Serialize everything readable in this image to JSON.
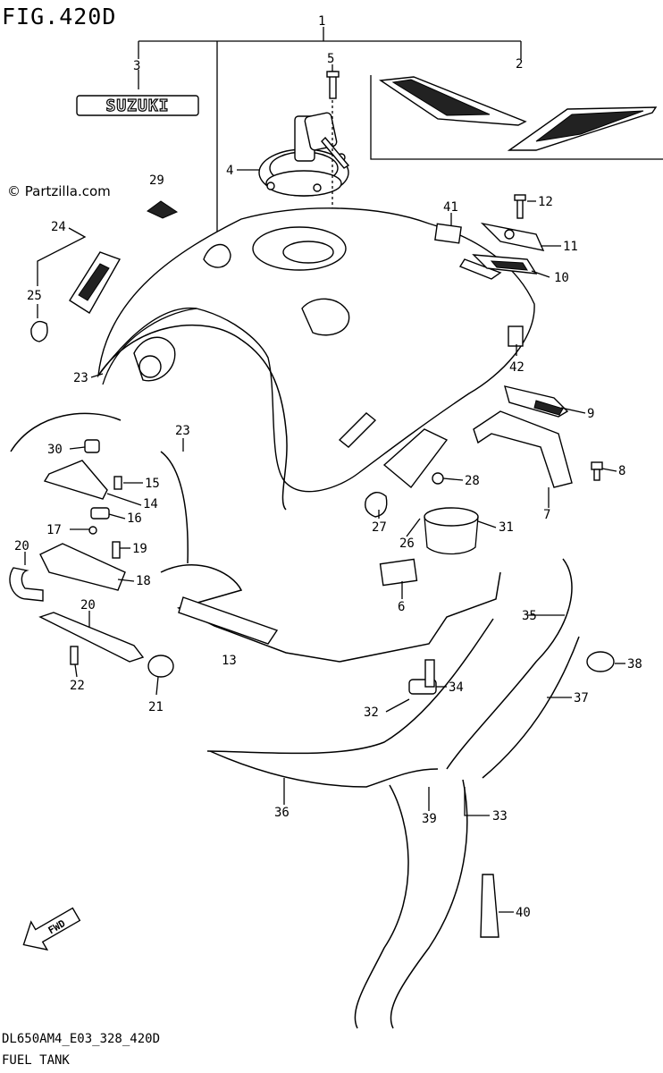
{
  "figure_title": "FIG.420D",
  "watermark": "© Partzilla.com",
  "model_code": "DL650AM4_E03_328_420D",
  "diagram_name": "FUEL TANK",
  "brand_decal": "SUZUKI",
  "fwd_arrow": "FWD",
  "callouts": [
    "1",
    "2",
    "3",
    "4",
    "5",
    "6",
    "7",
    "8",
    "9",
    "10",
    "11",
    "12",
    "13",
    "14",
    "15",
    "16",
    "17",
    "18",
    "19",
    "20",
    "21",
    "22",
    "23",
    "23",
    "24",
    "25",
    "26",
    "27",
    "28",
    "29",
    "30",
    "31",
    "32",
    "33",
    "34",
    "35",
    "36",
    "37",
    "38",
    "39",
    "40",
    "41",
    "42"
  ]
}
